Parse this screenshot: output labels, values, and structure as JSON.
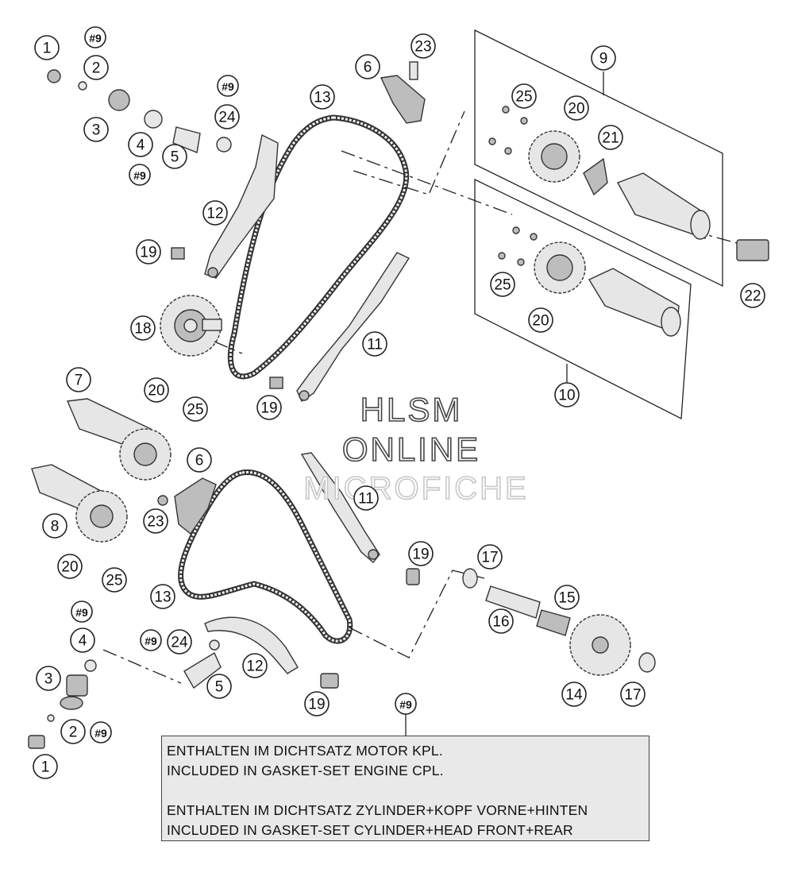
{
  "callouts": {
    "c1a": "1",
    "c9a": "#9",
    "c2a": "2",
    "c3a": "3",
    "c4a": "4",
    "c9b": "#9",
    "c5a": "5",
    "c9c": "#9",
    "c24a": "24",
    "c12a": "12",
    "c19a": "19",
    "c18": "18",
    "c13a": "13",
    "c6a": "6",
    "c23a": "23",
    "c9box": "9",
    "c25a": "25",
    "c20a": "20",
    "c21": "21",
    "c22": "22",
    "c25b": "25",
    "c20b": "20",
    "c10": "10",
    "c11a": "11",
    "c19b": "19",
    "c7": "7",
    "c20c": "20",
    "c25c": "25",
    "c6b": "6",
    "c23b": "23",
    "c8": "8",
    "c20d": "20",
    "c25d": "25",
    "c13b": "13",
    "c11b": "11",
    "c19c": "19",
    "c17a": "17",
    "c15": "15",
    "c16": "16",
    "c14": "14",
    "c17b": "17",
    "c9d": "#9",
    "c4b": "4",
    "c9e": "#9",
    "c24b": "24",
    "c12b": "12",
    "c5b": "5",
    "c3b": "3",
    "c19d": "19",
    "c2b": "2",
    "c9f": "#9",
    "c1b": "1",
    "c9note": "#9"
  },
  "watermark": {
    "line1": "HLSM",
    "line2": "ONLINE",
    "line3": "MICROFICHE"
  },
  "note": {
    "line1": "ENTHALTEN IM DICHTSATZ MOTOR KPL.",
    "line2": "INCLUDED IN GASKET-SET ENGINE CPL.",
    "line3": "ENTHALTEN IM DICHTSATZ ZYLINDER+KOPF VORNE+HINTEN",
    "line4": "INCLUDED IN GASKET-SET CYLINDER+HEAD FRONT+REAR"
  }
}
